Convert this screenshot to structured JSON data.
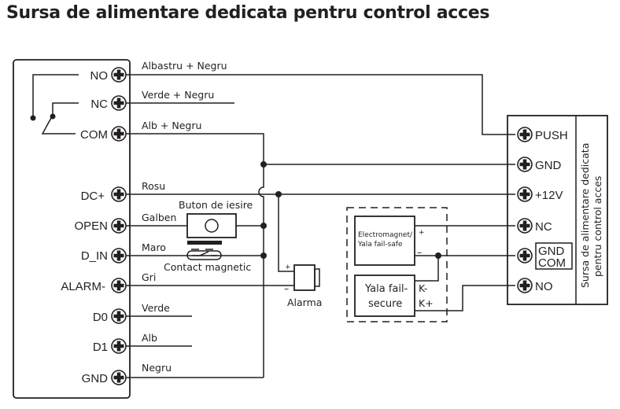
{
  "title": "Sursa de alimentare dedicata pentru control acces",
  "controller": {
    "terminals": [
      {
        "label": "NO",
        "wire": "Albastru + Negru"
      },
      {
        "label": "NC",
        "wire": "Verde + Negru"
      },
      {
        "label": "COM",
        "wire": "Alb + Negru"
      },
      {
        "label": "DC+",
        "wire": "Rosu"
      },
      {
        "label": "OPEN",
        "wire": "Galben"
      },
      {
        "label": "D_IN",
        "wire": "Maro"
      },
      {
        "label": "ALARM-",
        "wire": "Gri"
      },
      {
        "label": "D0",
        "wire": "Verde"
      },
      {
        "label": "D1",
        "wire": "Alb"
      },
      {
        "label": "GND",
        "wire": "Negru"
      }
    ]
  },
  "components": {
    "exit_button": "Buton de iesire",
    "magnetic_contact": "Contact magnetic",
    "alarm": "Alarma",
    "alarm_plus": "+",
    "alarm_minus": "–",
    "electromagnet_line1": "Electromagnet/",
    "electromagnet_line2": "Yala fail-safe",
    "electromagnet_plus": "+",
    "electromagnet_minus": "–",
    "failsecure_line1": "Yala fail-",
    "failsecure_line2": "secure",
    "failsecure_kminus": "K-",
    "failsecure_kplus": "K+"
  },
  "power_supply": {
    "side_label_line1": "Sursa de alimentare dedicata",
    "side_label_line2": "pentru control acces",
    "terminals": [
      "PUSH",
      "GND",
      "+12V",
      "NC",
      "GND",
      "COM",
      "NO"
    ]
  },
  "icons": {
    "terminal": "screw-terminal-icon"
  },
  "colors": {
    "ink": "#231f20",
    "background": "#ffffff"
  }
}
